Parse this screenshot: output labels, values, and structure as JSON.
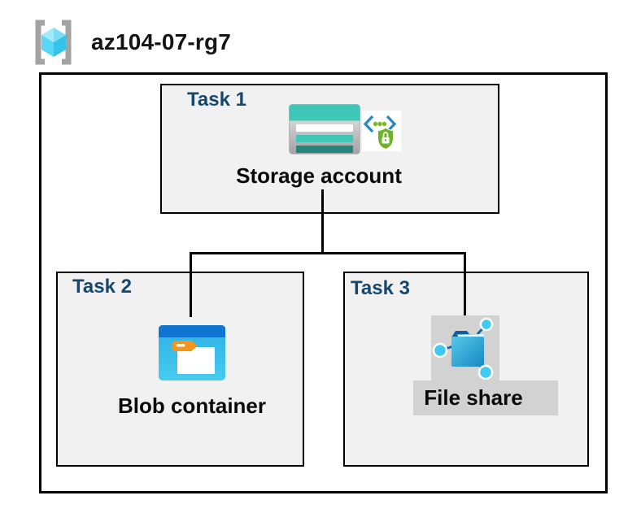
{
  "header": {
    "title": "az104-07-rg7"
  },
  "tasks": {
    "task1": {
      "label": "Task 1",
      "item": "Storage account"
    },
    "task2": {
      "label": "Task 2",
      "item": "Blob container"
    },
    "task3": {
      "label": "Task 3",
      "item": "File share"
    }
  },
  "icons": {
    "resource_group": "resource-group-icon",
    "storage_account": "storage-account-icon",
    "shared_access_signature": "shared-access-signature-icon",
    "blob_container": "blob-container-icon",
    "file_share": "file-share-icon"
  },
  "colors": {
    "task_label_navy": "#16476f",
    "box_fill_gray": "#f1f1f1",
    "box_border": "#000000",
    "connector_line": "#000000",
    "storage_teal": "#3ec6b6",
    "storage_teal_dark": "#23857c",
    "blob_header_blue": "#0f75d0",
    "blob_body_blue": "#35b8ea",
    "tab_orange": "#f5941e",
    "sas_bracket_blue": "#2787cb",
    "sas_shield_green": "#6fb32b",
    "fileshare_bg_gray": "#d2d2d2",
    "fileshare_node_cyan": "#3fcaf3",
    "fileshare_flap_navy": "#0d5e9e",
    "rg_bracket_gray": "#a3a3a3",
    "rg_cube_cyan": "#55d3f4"
  }
}
